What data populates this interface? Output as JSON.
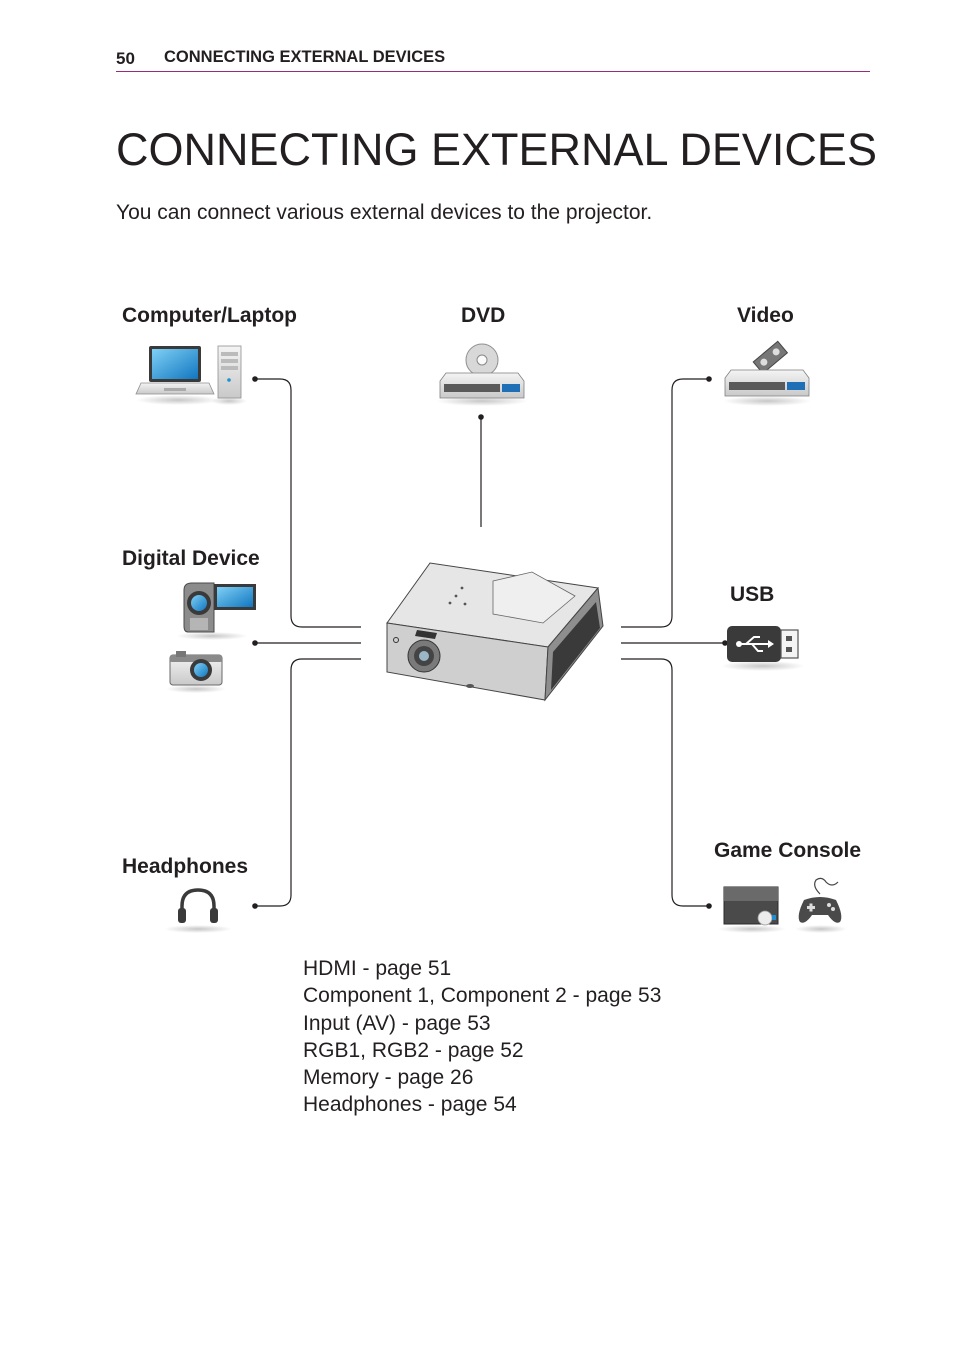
{
  "header": {
    "page_number": "50",
    "section_title": "CONNECTING EXTERNAL DEVICES"
  },
  "title": "CONNECTING EXTERNAL DEVICES",
  "intro": "You can connect various external devices to the projector.",
  "devices": {
    "computer": "Computer/Laptop",
    "dvd": "DVD",
    "video": "Video",
    "digital": "Digital Device",
    "usb": "USB",
    "headphones": "Headphones",
    "game": "Game Console"
  },
  "references": [
    "HDMI - page 51",
    "Component 1, Component 2 - page 53",
    "Input (AV) - page 53",
    "RGB1, RGB2 - page 52",
    "Memory - page 26",
    "Headphones - page 54"
  ],
  "colors": {
    "rule": "#9b2a7e",
    "text": "#231f20",
    "line": "#231f20",
    "device_blue": "#1e8fd0"
  }
}
